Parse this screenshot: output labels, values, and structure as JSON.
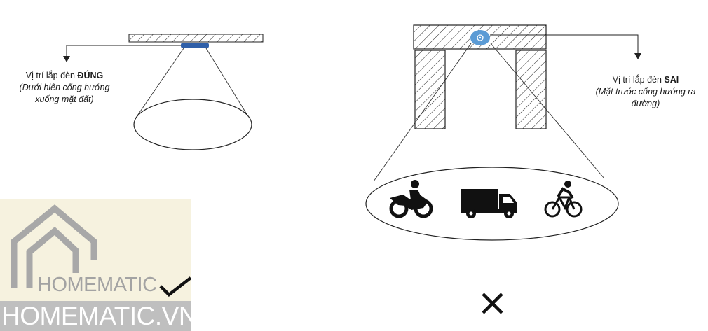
{
  "labels": {
    "correct_title": "Vị trí lắp đèn ",
    "correct_emph": "ĐÚNG",
    "correct_note": "(Dưới hiên cổng hướng xuống mặt đất)",
    "wrong_title": "Vị trí lắp đèn ",
    "wrong_emph": "SAI",
    "wrong_note": "(Mặt trước cổng hướng ra đường)"
  },
  "marks": {
    "correct_symbol": "check-mark-icon",
    "wrong_symbol": "cross-mark-icon"
  },
  "vehicles": [
    "motorcycle-icon",
    "truck-icon",
    "bicycle-icon"
  ],
  "watermark": {
    "small_text": "HOMEMATIC",
    "large_text": "HOMEMATIC.VN"
  },
  "colors": {
    "lamp_correct": "#2f5fa8",
    "lamp_wrong": "#5b9bd5",
    "watermark_bg": "#f6f2df",
    "watermark_strip": "#bfbfbf"
  }
}
